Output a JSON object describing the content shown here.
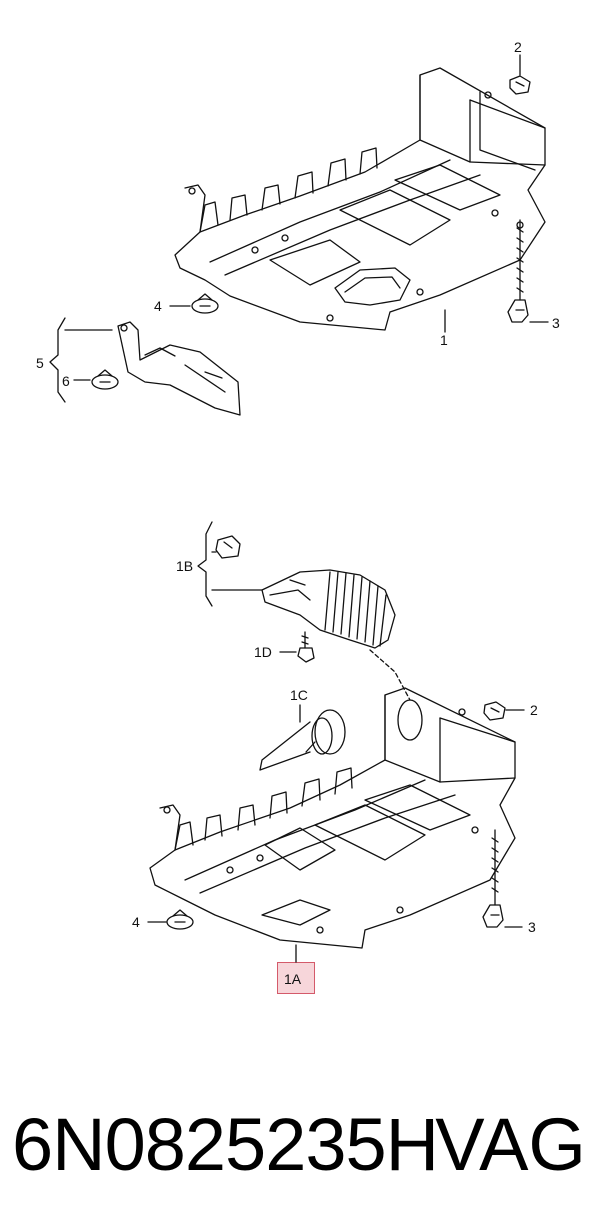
{
  "diagram": {
    "top": {
      "labels": {
        "part_1": "1",
        "part_2": "2",
        "part_3": "3",
        "part_4": "4",
        "part_5": "5",
        "part_6": "6"
      }
    },
    "bottom": {
      "labels": {
        "part_1a": "1A",
        "part_1b": "1B",
        "part_1c": "1C",
        "part_1d": "1D",
        "part_2": "2",
        "part_3": "3",
        "part_4": "4"
      },
      "highlight_color": "#f7d6da",
      "highlight_border": "#d45a6a"
    }
  },
  "footer": {
    "part_number": "6N0825235H",
    "brand": "VAG"
  }
}
